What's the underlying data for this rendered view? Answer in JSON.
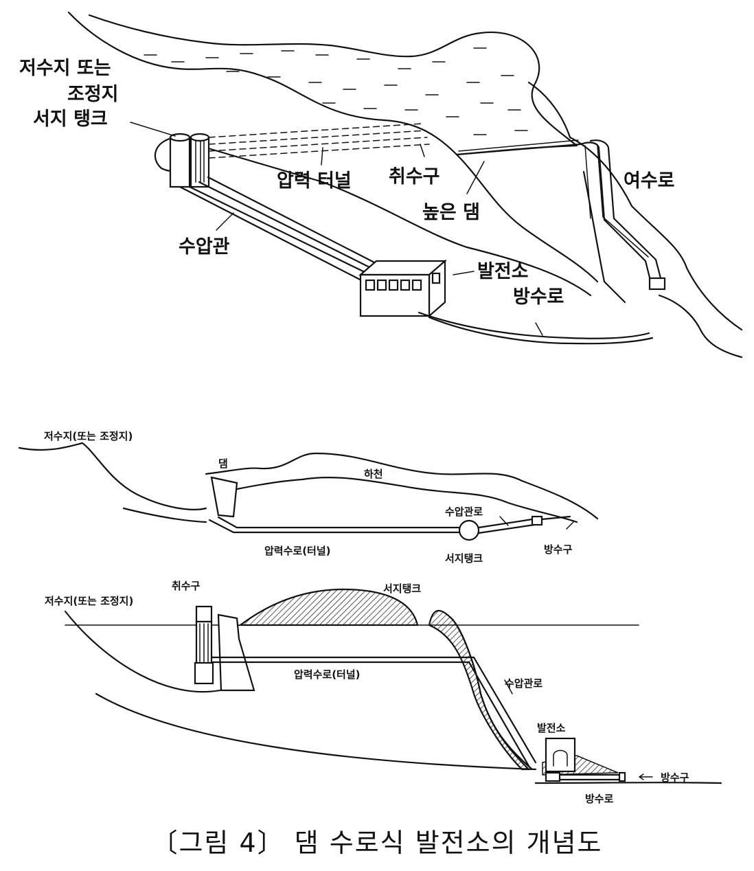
{
  "figure": {
    "caption": "〔그림 4〕 댐 수로식 발전소의 개념도",
    "perspective_view": {
      "labels": {
        "reservoir": "저수지 또는",
        "reservoir_line2": "조정지",
        "surge_tank": "서지 탱크",
        "pressure_tunnel": "압력 터널",
        "intake": "취수구",
        "spillway": "여수로",
        "high_dam": "높은 댐",
        "penstock": "수압관",
        "power_station": "발전소",
        "tailrace": "방수로"
      }
    },
    "plan_view": {
      "labels": {
        "reservoir": "저수지(또는 조정지)",
        "dam": "댐",
        "river": "하천",
        "penstock_path": "수압관로",
        "pressure_channel": "압력수로(터널)",
        "surge_tank": "서지탱크",
        "outlet": "방수구"
      }
    },
    "section_view": {
      "labels": {
        "intake": "취수구",
        "reservoir": "저수지(또는 조정지)",
        "surge_tank": "서지탱크",
        "pressure_channel": "압력수로(터널)",
        "penstock_path": "수압관로",
        "power_station": "발전소",
        "outlet": "방수구",
        "tailrace": "방수로"
      }
    }
  }
}
